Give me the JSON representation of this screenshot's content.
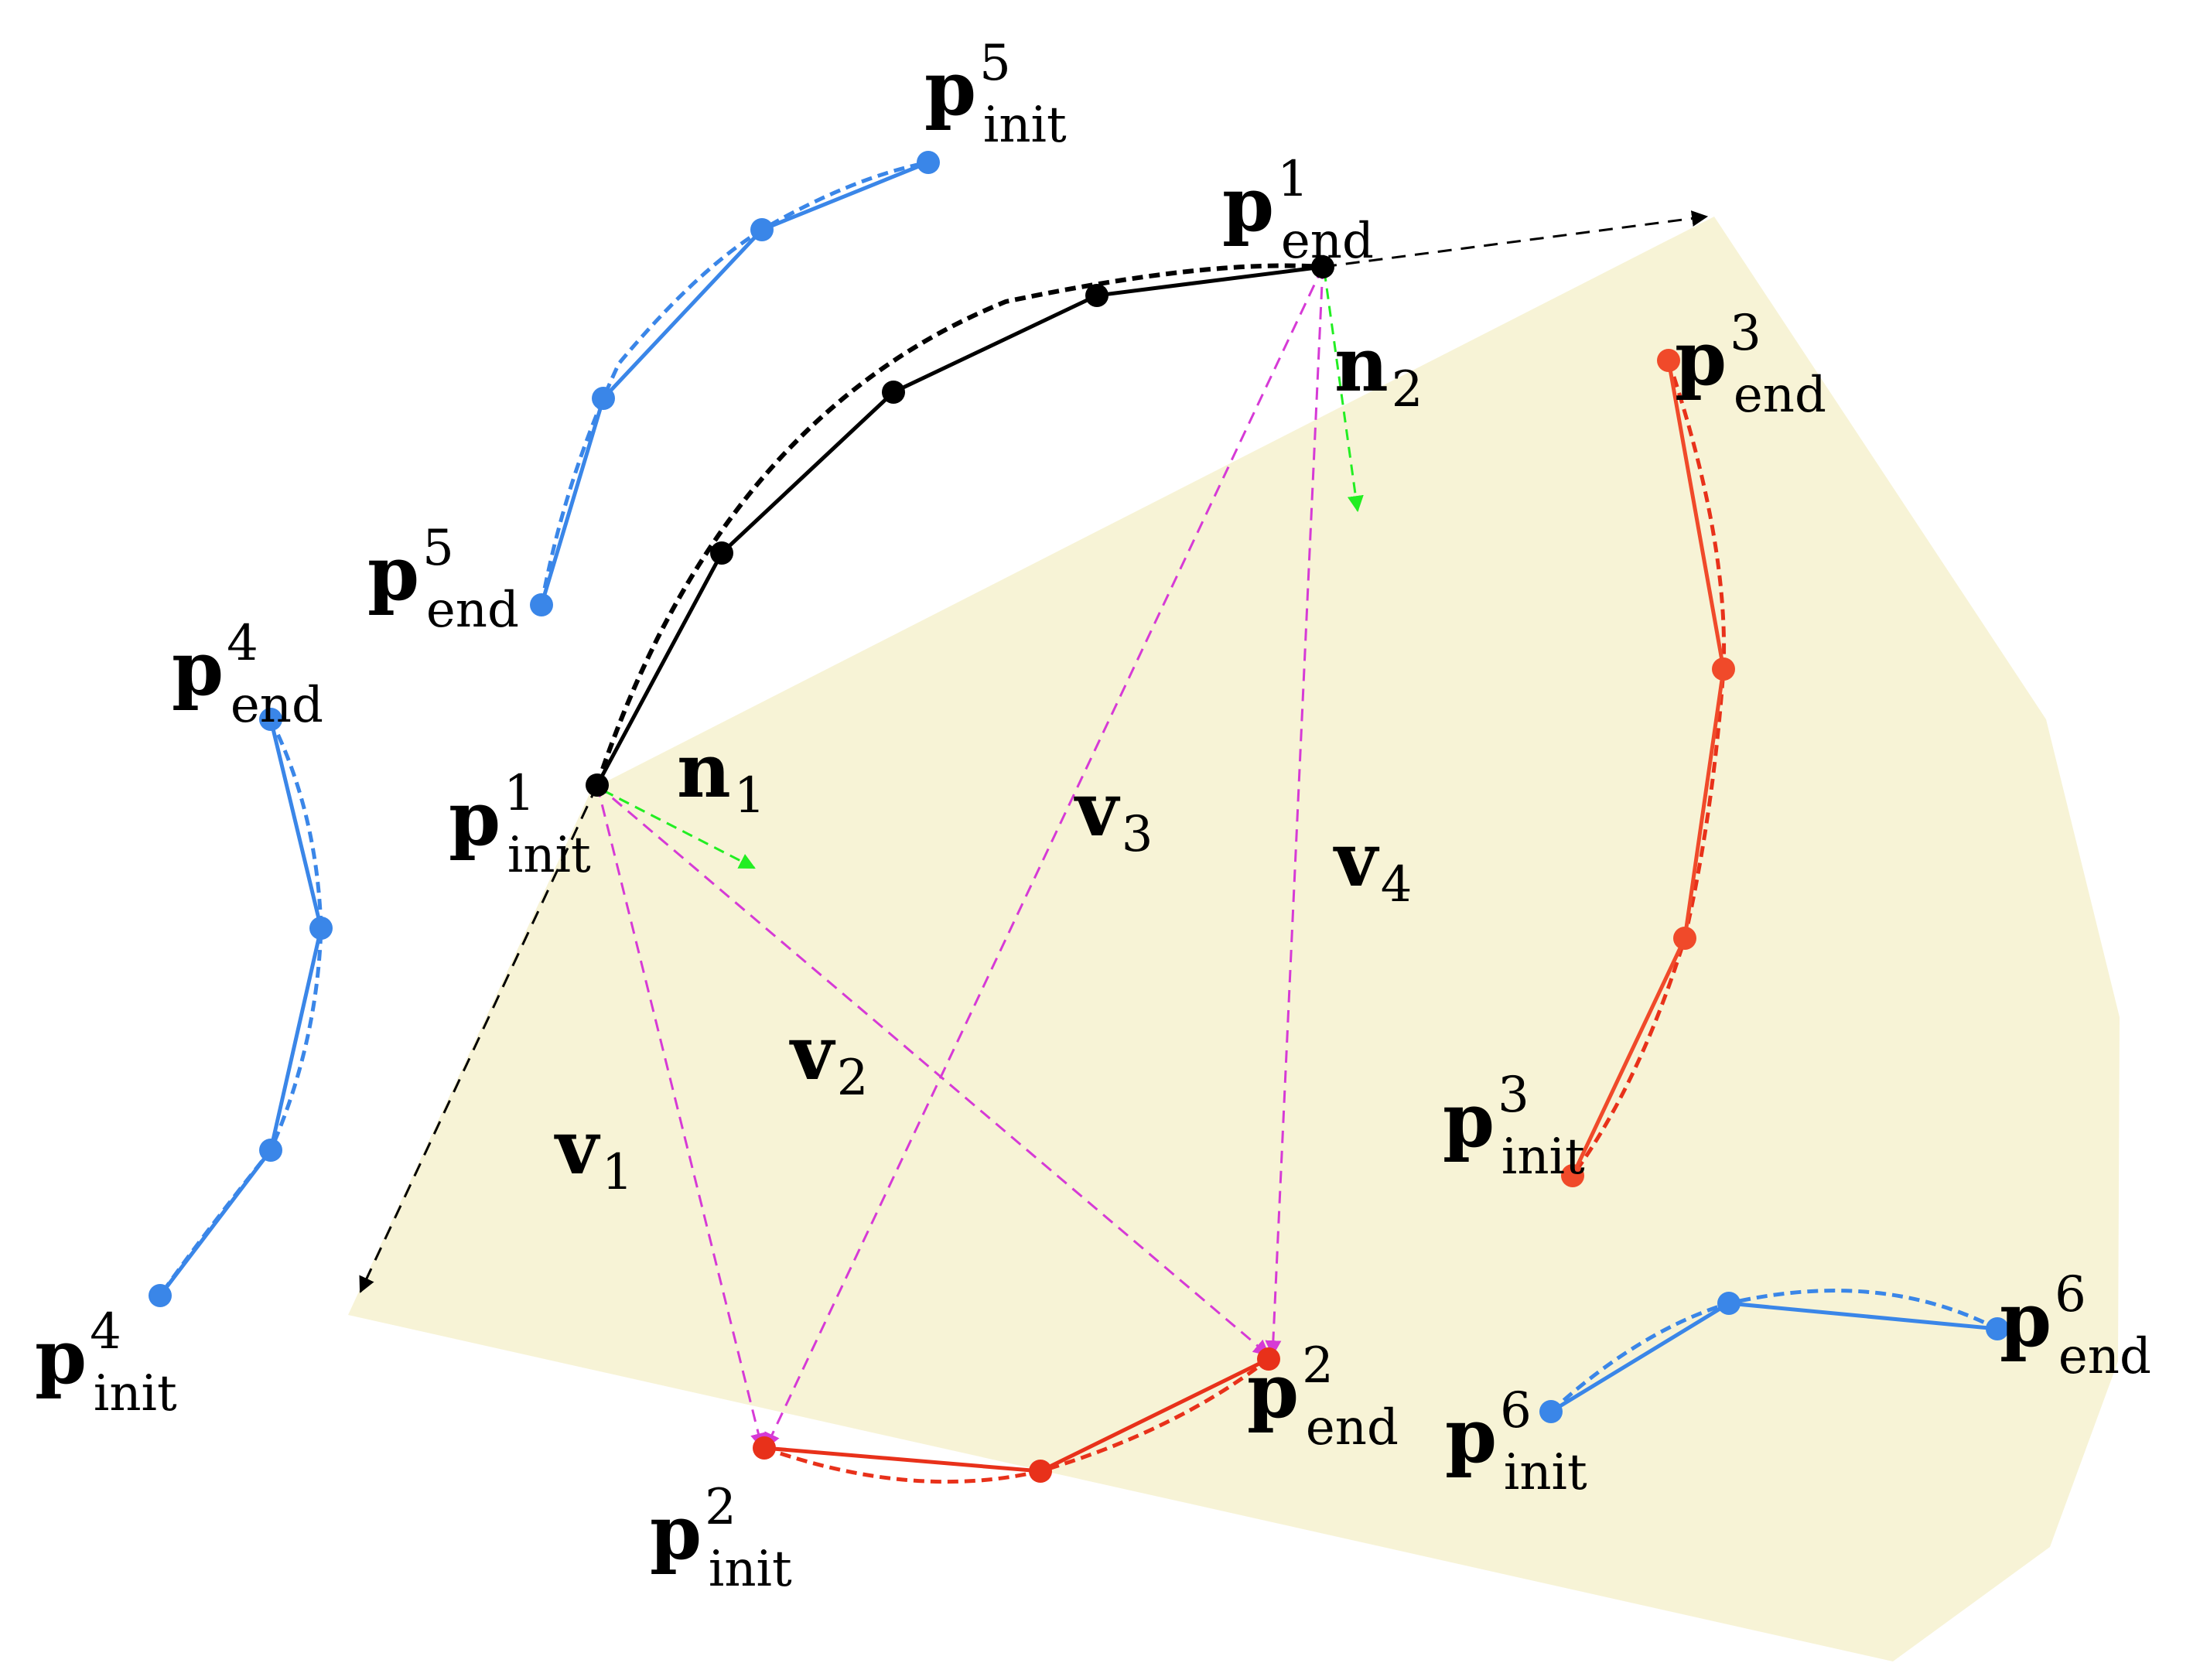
{
  "colors": {
    "region": "#f7f3d6",
    "black": "#000000",
    "blue": "#3a86e8",
    "red": "#e8311a",
    "orange_red": "#f04a2a",
    "magenta": "#d63ad6",
    "green": "#22ee22"
  },
  "labels": {
    "p5_init": {
      "base": "p",
      "sub": "init",
      "sup": "5"
    },
    "p5_end": {
      "base": "p",
      "sub": "end",
      "sup": "5"
    },
    "p1_end": {
      "base": "p",
      "sub": "end",
      "sup": "1"
    },
    "p1_init": {
      "base": "p",
      "sub": "init",
      "sup": "1"
    },
    "p3_end": {
      "base": "p",
      "sub": "end",
      "sup": "3"
    },
    "p3_init": {
      "base": "p",
      "sub": "init",
      "sup": "3"
    },
    "p4_end": {
      "base": "p",
      "sub": "end",
      "sup": "4"
    },
    "p4_init": {
      "base": "p",
      "sub": "init",
      "sup": "4"
    },
    "p2_end": {
      "base": "p",
      "sub": "end",
      "sup": "2"
    },
    "p2_init": {
      "base": "p",
      "sub": "init",
      "sup": "2"
    },
    "p6_end": {
      "base": "p",
      "sub": "end",
      "sup": "6"
    },
    "p6_init": {
      "base": "p",
      "sub": "init",
      "sup": "6"
    },
    "n1": {
      "base": "n",
      "sub": "1"
    },
    "n2": {
      "base": "n",
      "sub": "2"
    },
    "v1": {
      "base": "v",
      "sub": "1"
    },
    "v2": {
      "base": "v",
      "sub": "2"
    },
    "v3": {
      "base": "v",
      "sub": "3"
    },
    "v4": {
      "base": "v",
      "sub": "4"
    }
  }
}
